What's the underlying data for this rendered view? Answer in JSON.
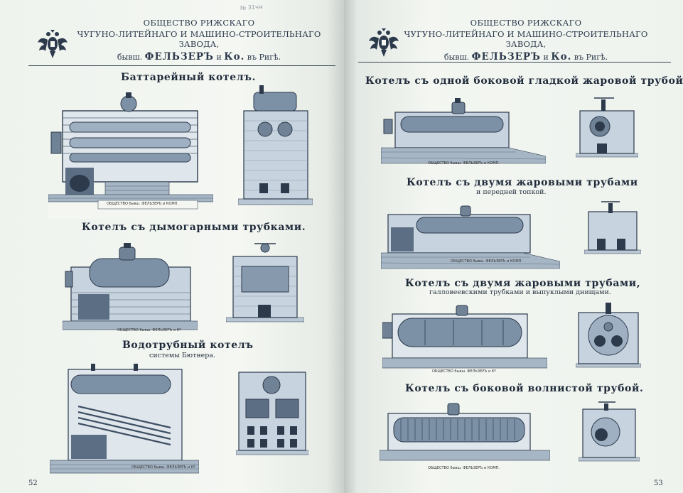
{
  "left": {
    "header": {
      "line1": "ОБЩЕСТВО РИЖСКАГО",
      "line2": "ЧУГУНО-ЛИТЕЙНАГО И МАШИНО-СТРОИТЕЛЬНАГО ЗАВОДА,",
      "line3_prefix": "бывш.",
      "line3_name": "ФЕЛЬЗЕРЪ",
      "line3_mid": "и",
      "line3_co": "Ко.",
      "line3_suffix": "въ Ригѣ."
    },
    "stamp": "№ 31чм",
    "titles": {
      "battery": "Баттарейный котелъ.",
      "smoke": "Котелъ съ дымогарными трубками.",
      "water": "Водотрубный котелъ",
      "water_sub": "системы Бютнера."
    },
    "captions": {
      "battery": "ОБЩЕСТВО бывш. ФЕЛЬЗЕРЪ и КОМП.",
      "smoke": "ОБЩЕСТВО бывш. ФЕЛЬЗЕРЪ и Кº",
      "water": "ОБЩЕСТВО бывш. ФЕЛЬЗЕРЪ и Кº"
    },
    "page_number": "52"
  },
  "right": {
    "header": {
      "line1": "ОБЩЕСТВО РИЖСКАГО",
      "line2": "ЧУГУНО-ЛИТЕЙНАГО И МАШИНО-СТРОИТЕЛЬНАГО ЗАВОДА,",
      "line3_prefix": "бывш.",
      "line3_name": "ФЕЛЬЗЕРЪ",
      "line3_mid": "и",
      "line3_co": "Ко.",
      "line3_suffix": "въ Ригѣ."
    },
    "titles": {
      "single": "Котелъ съ одной боковой гладкой жаровой трубой.",
      "two": "Котелъ съ двумя жаровыми трубами",
      "two_sub": "и передней топкой.",
      "two_gal": "Котелъ съ двумя жаровыми трубами,",
      "two_gal_sub": "галловеевскими трубками и выпуклыми днищами.",
      "wavy": "Котелъ съ боковой волнистой трубой."
    },
    "captions": {
      "single": "ОБЩЕСТВО бывш. ФЕЛЬЗЕРЪ и КОМП.",
      "two": "ОБЩЕСТВО бывш. ФЕЛЬЗЕРЪ и КОМП.",
      "two_gal": "ОБЩЕСТВО бывш. ФЕЛЬЗЕРЪ и Кº",
      "wavy": "ОБЩЕСТВО бывш. ФЕЛЬЗЕРЪ и КОМП."
    },
    "page_number": "53"
  },
  "colors": {
    "ink": "#2c3a4c",
    "metal": "#6f8296",
    "metal_light": "#b9c7d4",
    "brick": "#8fa0b0",
    "paper": "#f3f6f1"
  }
}
